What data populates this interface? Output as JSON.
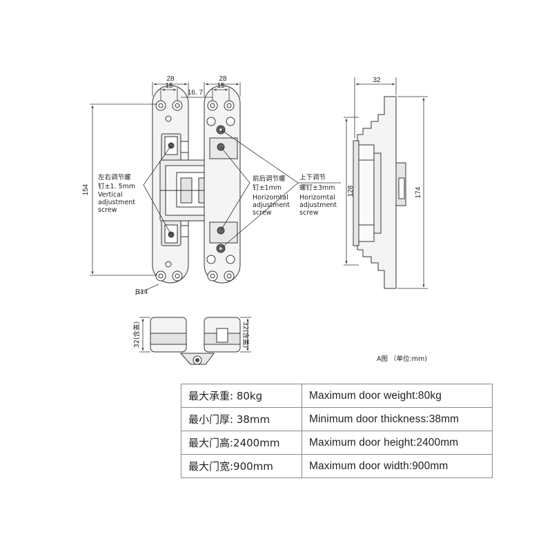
{
  "dimensions": {
    "width_left": "28",
    "hole_left": "15",
    "gap": "16. 7",
    "width_right": "28",
    "hole_right": "15",
    "height": "154",
    "radius": "R14",
    "side_width": "32",
    "side_inner": "128",
    "side_height": "174",
    "bottom_left": "32(含盖)",
    "bottom_right": "32(含盖)"
  },
  "callouts": {
    "lateral": {
      "cn1": "左右调节螺",
      "cn2": "钉±1. 5mm",
      "en1": "Vertical",
      "en2": "adjustment",
      "en3": "screw"
    },
    "depth": {
      "cn1": "前后调节螺",
      "cn2": "钉±1mm",
      "en1": "Horizomtal",
      "en2": "adjustment",
      "en3": "screw"
    },
    "height": {
      "cn1": "上下调节",
      "cn2": "螺钉±3mm",
      "en1": "Horizomtal",
      "en2": "adjustment",
      "en3": "screw"
    }
  },
  "caption": "A图 （单位:mm)",
  "specs": [
    {
      "cn": "最大承重:  80kg",
      "en": "Maximum door weight:80kg"
    },
    {
      "cn": "最小门厚:  38mm",
      "en": "Minimum door thickness:38mm"
    },
    {
      "cn": "最大门高:2400mm",
      "en": "Maximum door height:2400mm"
    },
    {
      "cn": "最大门宽:900mm",
      "en": "Maximum door width:900mm"
    }
  ],
  "colors": {
    "line": "#333333",
    "fill": "#f2f2f2",
    "border": "#888888"
  }
}
